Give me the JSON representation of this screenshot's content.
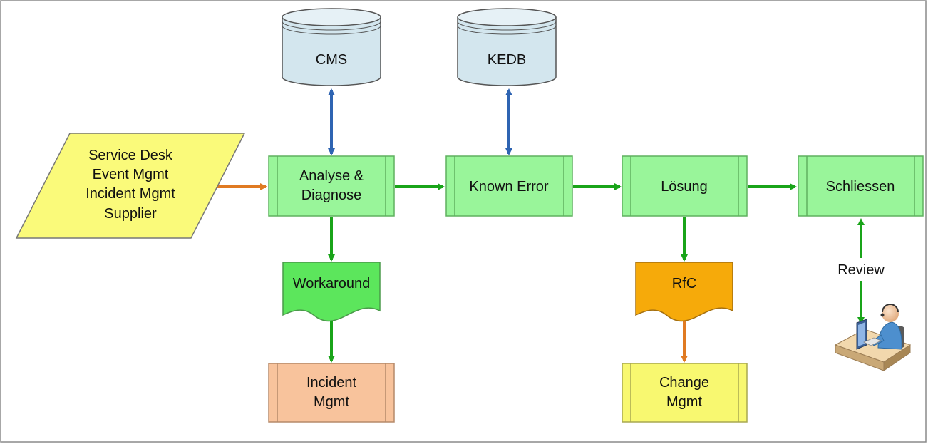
{
  "diagram": {
    "cms": "CMS",
    "kedb": "KEDB",
    "source_line1": "Service Desk",
    "source_line2": "Event Mgmt",
    "source_line3": "Incident Mgmt",
    "source_line4": "Supplier",
    "analyse_line1": "Analyse &",
    "analyse_line2": "Diagnose",
    "known_error": "Known Error",
    "loesung": "Lösung",
    "schliessen": "Schliessen",
    "workaround": "Workaround",
    "rfc": "RfC",
    "incident_line1": "Incident",
    "incident_line2": "Mgmt",
    "change_line1": "Change",
    "change_line2": "Mgmt",
    "review": "Review"
  },
  "colors": {
    "process_green": "#99f59a",
    "process_border": "#5fb05f",
    "database": "#d3e6ee",
    "source_yellow": "#fafa7a",
    "workaround_green": "#5ce65c",
    "rfc_orange": "#f6aa0a",
    "incident_salmon": "#f8c39c",
    "change_yellow": "#f8f870",
    "arrow_green": "#19a419",
    "arrow_blue": "#2e64b2",
    "arrow_orange": "#e07a22"
  }
}
